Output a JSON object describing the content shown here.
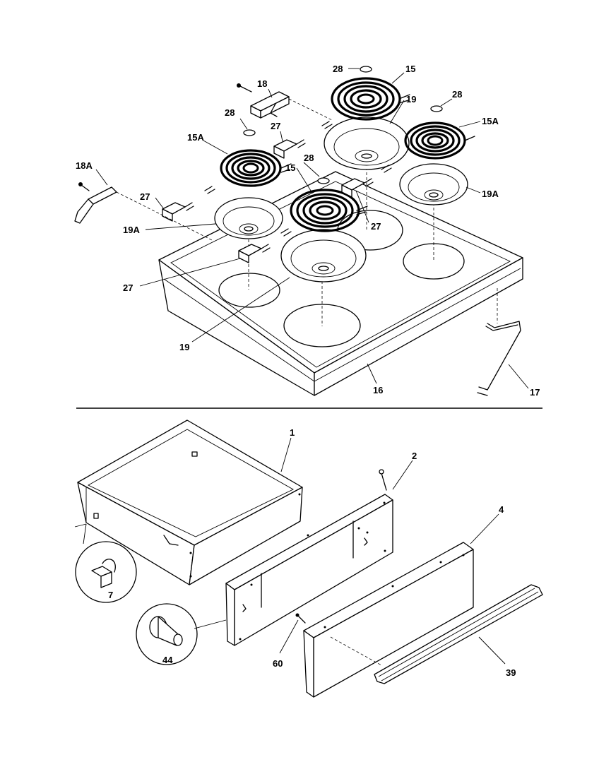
{
  "parts": {
    "p1": "1",
    "p2": "2",
    "p4": "4",
    "p7": "7",
    "p15a": "15",
    "p15b": "15",
    "p15Aa": "15A",
    "p15Ab": "15A",
    "p16": "16",
    "p17": "17",
    "p18": "18",
    "p18A": "18A",
    "p19a": "19",
    "p19b": "19",
    "p19Aa": "19A",
    "p19Ab": "19A",
    "p27a": "27",
    "p27b": "27",
    "p27c": "27",
    "p27d": "27",
    "p28a": "28",
    "p28b": "28",
    "p28c": "28",
    "p28d": "28",
    "p39": "39",
    "p44": "44",
    "p60": "60"
  }
}
